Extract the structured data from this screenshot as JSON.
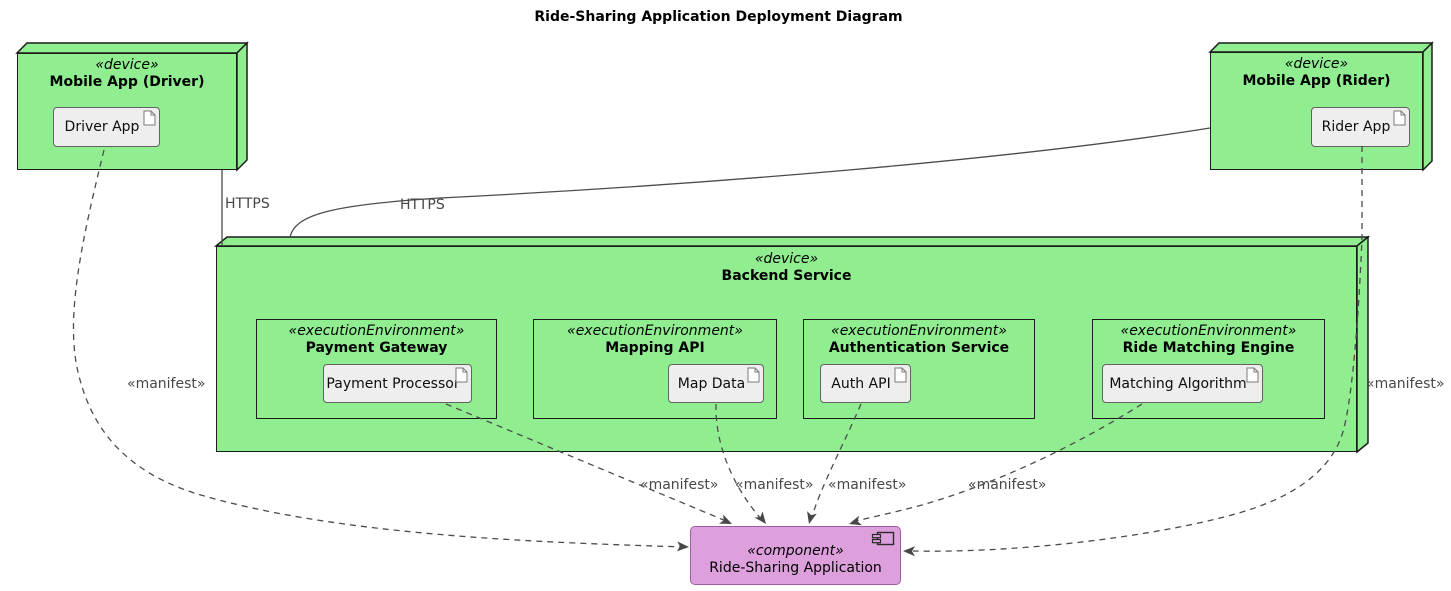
{
  "title": "Ride-Sharing Application Deployment Diagram",
  "nodes": {
    "driver": {
      "stereotype": "«device»",
      "name": "Mobile App (Driver)",
      "artifact": "Driver App"
    },
    "rider": {
      "stereotype": "«device»",
      "name": "Mobile App (Rider)",
      "artifact": "Rider App"
    },
    "backend": {
      "stereotype": "«device»",
      "name": "Backend Service"
    },
    "payment": {
      "stereotype": "«executionEnvironment»",
      "name": "Payment Gateway",
      "artifact": "Payment Processor"
    },
    "mapping": {
      "stereotype": "«executionEnvironment»",
      "name": "Mapping API",
      "artifact": "Map Data"
    },
    "auth": {
      "stereotype": "«executionEnvironment»",
      "name": "Authentication Service",
      "artifact": "Auth API"
    },
    "matching": {
      "stereotype": "«executionEnvironment»",
      "name": "Ride Matching Engine",
      "artifact": "Matching Algorithm"
    }
  },
  "component": {
    "stereotype": "«component»",
    "name": "Ride-Sharing Application"
  },
  "edge_labels": {
    "https_driver": "HTTPS",
    "https_rider": "HTTPS",
    "manifest": [
      "«manifest»",
      "«manifest»",
      "«manifest»",
      "«manifest»",
      "«manifest»",
      "«manifest»"
    ]
  },
  "colors": {
    "node_fill": "#90EE90",
    "node_border": "#1b1b1b",
    "artifact_fill": "#EEEEEE",
    "artifact_border": "#636363",
    "component_fill": "#DDA0DD",
    "component_border": "#A05CA0",
    "line": "#4c4c4c",
    "edge_label_text": "#474747"
  }
}
